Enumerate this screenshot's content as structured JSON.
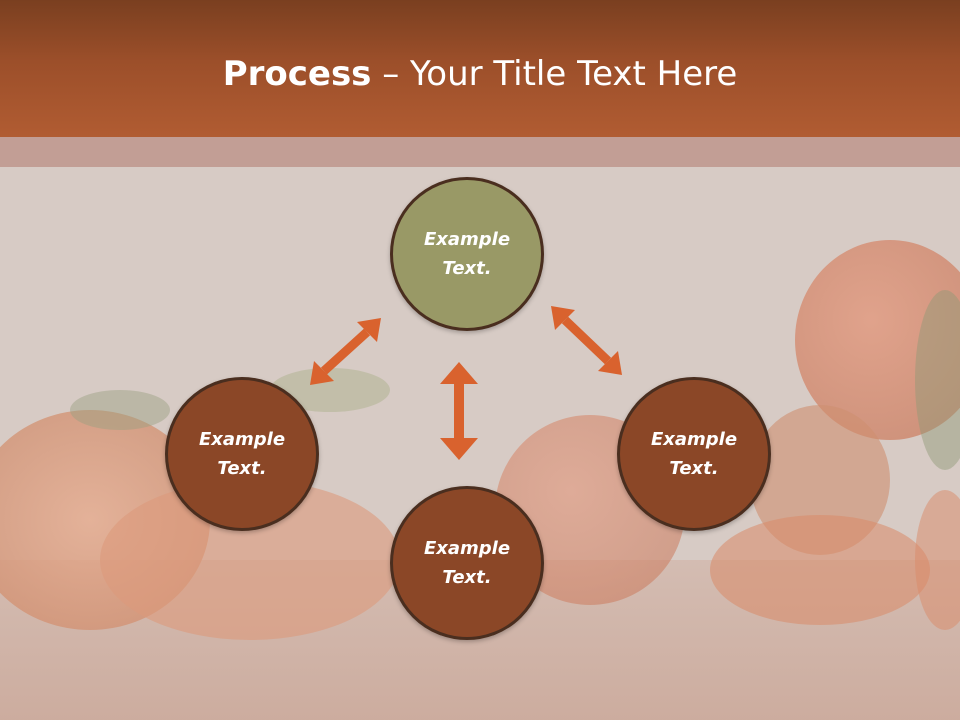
{
  "slide": {
    "title_strong": "Process",
    "title_rest": " – Your Title Text Here"
  },
  "nodes": [
    {
      "id": "top",
      "text": "Example Text.",
      "color": "#999966"
    },
    {
      "id": "left",
      "text": "Example Text.",
      "color": "#8b4727"
    },
    {
      "id": "right",
      "text": "Example Text.",
      "color": "#8b4727"
    },
    {
      "id": "bottom",
      "text": "Example Text.",
      "color": "#8b4727"
    }
  ],
  "colors": {
    "header": "#9c4f2a",
    "arrow": "#d9622e",
    "accent_node": "#999966",
    "node": "#8b4727",
    "node_border": "#4a2e1f"
  }
}
